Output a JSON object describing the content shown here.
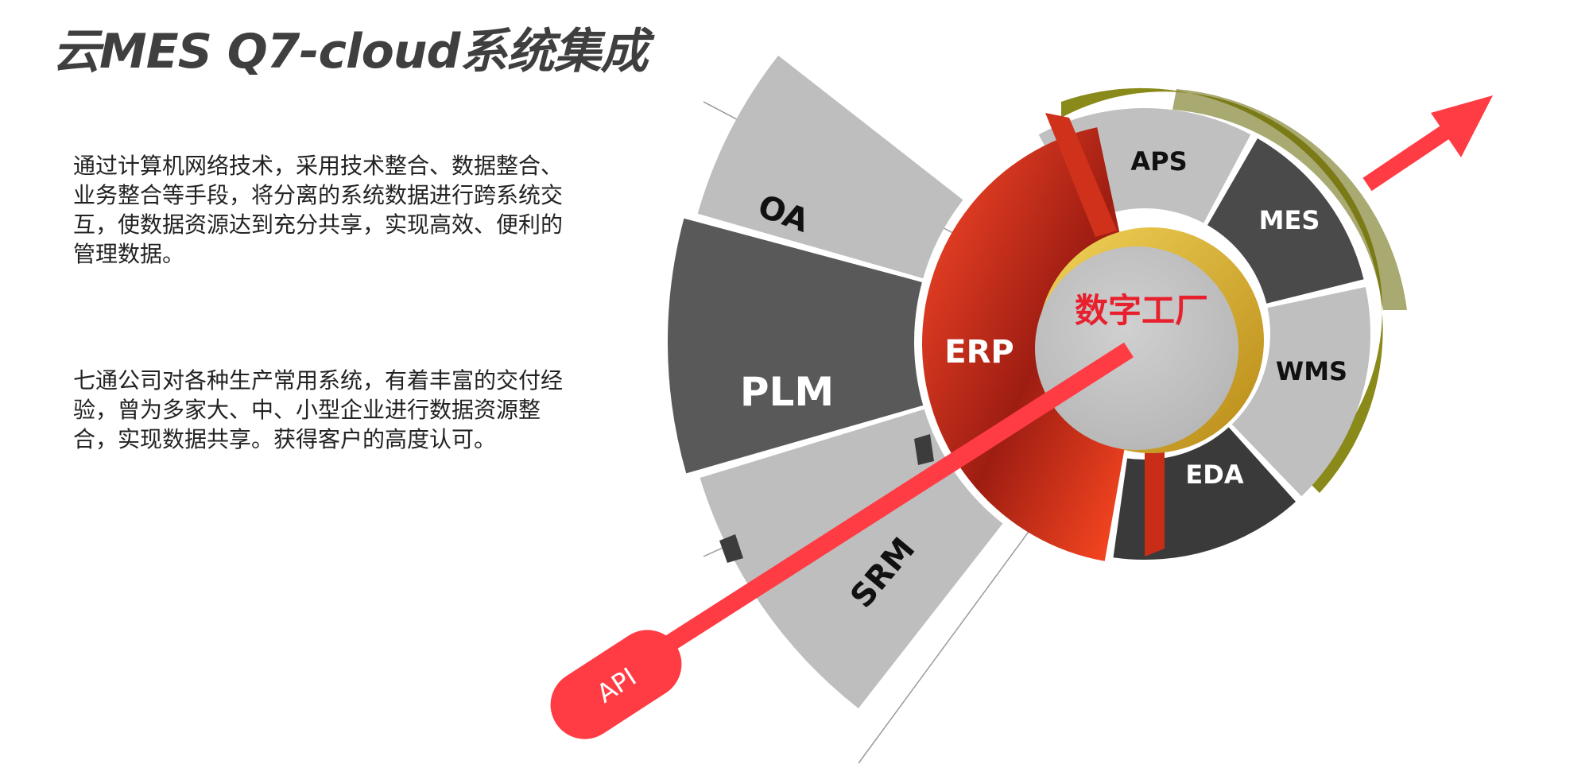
{
  "title": "云MES Q7-cloud系统集成",
  "paragraphs": [
    "通过计算机网络技术，采用技术整合、数据整合、业务整合等手段，将分离的系统数据进行跨系统交互，使数据资源达到充分共享，实现高效、便利的管理数据。",
    "七通公司对各种生产常用系统，有着丰富的交付经验，曾为多家大、中、小型企业进行数据资源整合，实现数据共享。获得客户的高度认可。"
  ],
  "diagram": {
    "center_label": "数字工厂",
    "arrow_label": "API",
    "middle_ring": [
      "ERP"
    ],
    "outer_right": [
      "APS",
      "MES",
      "WMS",
      "EDA"
    ],
    "outer_left": [
      "OA",
      "PLM",
      "SRM"
    ],
    "colors": {
      "accent_red": "#ff3b44",
      "erp_red": "#e43c1f",
      "olive": "#8a8a1a",
      "gold": "#d9b32a",
      "segment_light": "#bcbcbc",
      "segment_dark": "#4a4a4a",
      "center_grey": "#c4c4c4",
      "center_text": "#e8202e"
    }
  }
}
